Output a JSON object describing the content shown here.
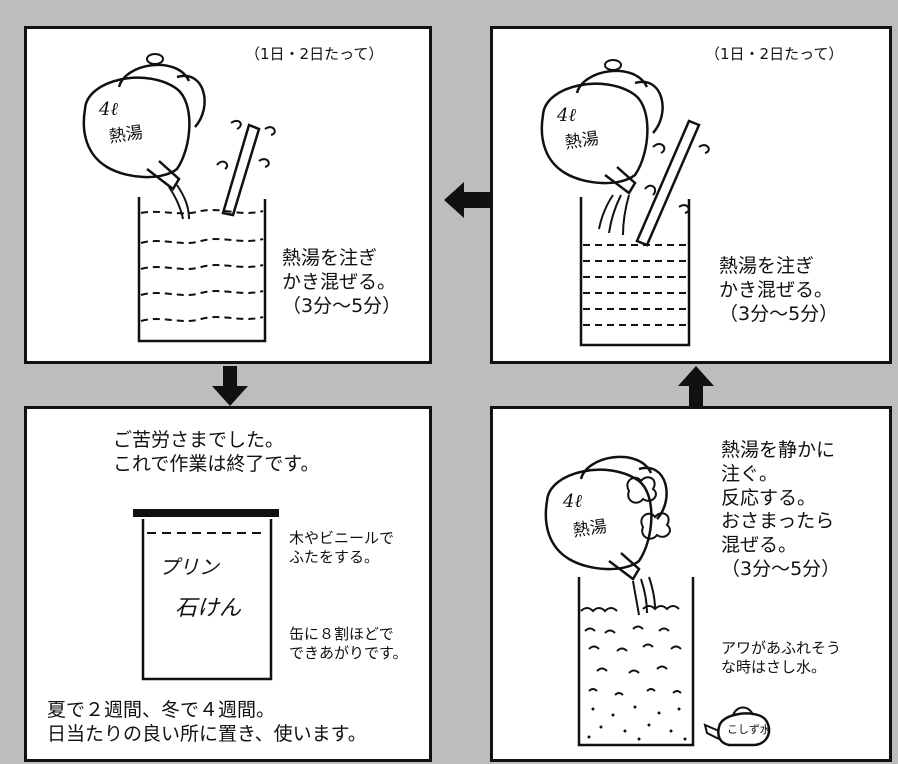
{
  "panels": {
    "step3": {
      "note": "（1日・2日たって）",
      "kettle_label1": "4ℓ",
      "kettle_label2": "熱湯",
      "instruction": "熱湯を注ぎ\nかき混ぜる。\n（3分～5分）"
    },
    "step2": {
      "note": "（1日・2日たって）",
      "kettle_label1": "4ℓ",
      "kettle_label2": "熱湯",
      "instruction": "熱湯を注ぎ\nかき混ぜる。\n（3分～5分）"
    },
    "step4": {
      "heading": "ご苦労さまでした。\nこれで作業は終了です。",
      "can_label1": "プリン",
      "can_label2": "石けん",
      "lid_note": "木やビニールで\nふたをする。",
      "fill_note": "缶に８割ほどで\nできあがりです。",
      "footer": "夏で２週間、冬で４週間。\n日当たりの良い所に置き、使います。"
    },
    "step1": {
      "instruction": "熱湯を静かに\n注ぐ。\n反応する。\nおさまったら\n混ぜる。\n（3分～5分）",
      "caution": "アワがあふれそう\nな時はさし水。",
      "kettle_label1": "4ℓ",
      "kettle_label2": "熱湯",
      "water_kettle_label": "こしず水"
    }
  },
  "arrows": [
    "left-arrow",
    "down-arrow",
    "up-arrow"
  ]
}
